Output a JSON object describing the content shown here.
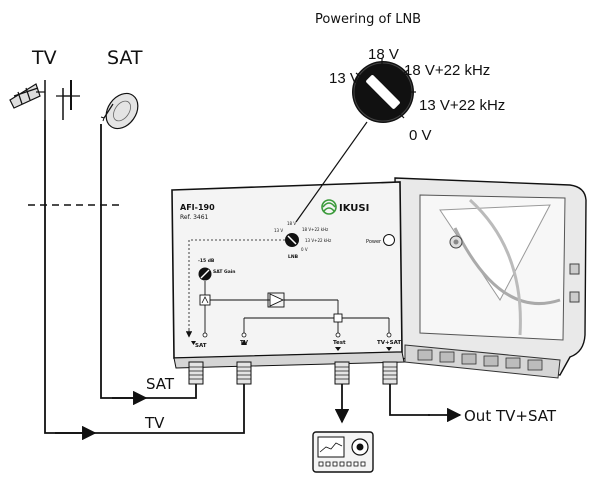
{
  "header": {
    "title": "Powering of LNB"
  },
  "sources": {
    "tv": "TV",
    "sat": "SAT"
  },
  "dial": {
    "options": [
      "13 V",
      "18 V",
      "18 V+22 kHz",
      "13 V+22 kHz",
      "0 V"
    ]
  },
  "device": {
    "model": "AFI-190",
    "ref": "Ref. 3461",
    "brand": "IKUSI",
    "power_label": "Power",
    "lnb_label": "LNB",
    "mini_options": [
      "13 V",
      "18 V",
      "18 V+22 kHz",
      "13 V+22 kHz",
      "0 V"
    ],
    "gain_value": "-15 dB",
    "gain_label": "SAT Gain",
    "ports": [
      "SAT",
      "TV",
      "Test",
      "TV+SAT"
    ]
  },
  "cables": {
    "sat_label": "SAT",
    "tv_label": "TV",
    "out_label": "Out TV+SAT"
  },
  "colors": {
    "line": "#111111",
    "housing": "#e9e9e9",
    "panel": "#f4f4f4",
    "brand_green": "#3a9a3a"
  }
}
